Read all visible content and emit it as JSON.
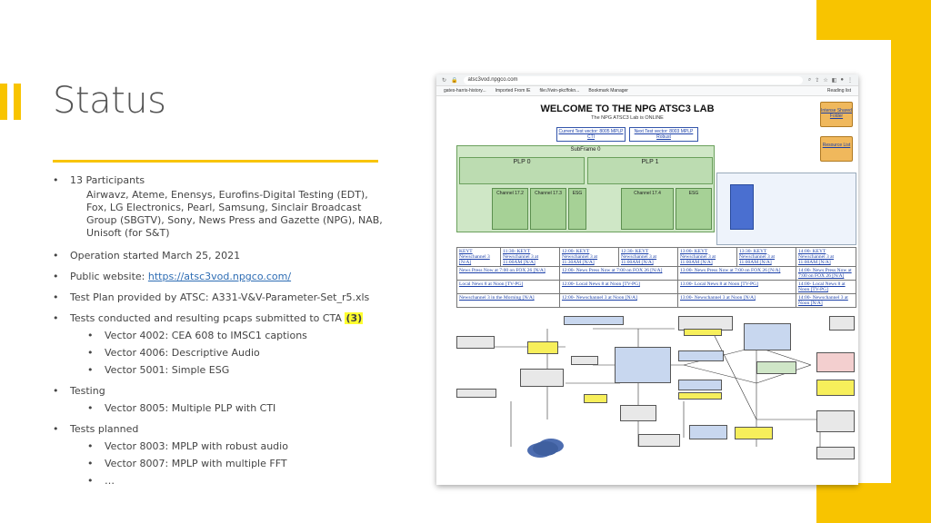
{
  "colors": {
    "accent": "#f8c400",
    "link": "#2e6db4",
    "highlight": "#ffff2e"
  },
  "slide": {
    "title": "Status",
    "bullets": {
      "participants": {
        "label": "13 Participants",
        "lines": [
          "Airwavz, Ateme, Enensys, Eurofins-Digital Testing (EDT),",
          "Fox, LG Electronics, Pearl, Samsung, Sinclair Broadcast",
          "Group (SBGTV), Sony, News Press and Gazette (NPG), NAB,",
          "Unisoft (for S&T)"
        ]
      },
      "operation": "Operation started March 25, 2021",
      "website_prefix": "Public website: ",
      "website_url": "https://atsc3vod.npgco.com/",
      "test_plan": "Test Plan provided by ATSC: A331-V&V-Parameter-Set_r5.xls",
      "tests_conducted": "Tests conducted and resulting pcaps submitted to CTA ",
      "tests_conducted_count": "(3)",
      "conducted_items": [
        "Vector 4002: CEA 608 to IMSC1 captions",
        "Vector 4006: Descriptive Audio",
        "Vector 5001: Simple ESG"
      ],
      "testing": "Testing",
      "testing_items": [
        "Vector 8005: Multiple PLP with CTI"
      ],
      "planned": "Tests planned",
      "planned_items": [
        "Vector 8003: MPLP with robust audio",
        "Vector 8007: MPLP with multiple FFT",
        "…"
      ]
    }
  },
  "screenshot": {
    "browser": {
      "url": "atsc3vod.npgco.com",
      "bookmarks": [
        "gates-harris-history...",
        "Imported From IE",
        "file:///win-pkcffokn...",
        "Bookmark Manager"
      ],
      "reading_list": "Reading list"
    },
    "page": {
      "title": "WELCOME TO THE NPG ATSC3 LAB",
      "subtitle": "The NPG ATSC3 Lab is ONLINE",
      "current_vector": "Current Test vector: 8005 MPLP CTI",
      "next_vector": "Next Test vector: 8003 MPLP Robust",
      "folders": [
        "Intense Shared Folder",
        "Resource List"
      ],
      "subframe": "SubFrame 0",
      "plps": [
        "PLP 0",
        "PLP 1"
      ],
      "channels": [
        "Channel 17.2",
        "Channel 17.3",
        "ESG",
        "Channel 17.4",
        "ESG"
      ],
      "schedule": [
        [
          "KEYT Newschannel 3 [N/A]",
          "11:30- KEYT Newschannel 3 at 11:00AM [N/A]",
          "12:00- KEYT Newschannel 3 at 11:30AM [N/A]",
          "12:30- KEYT Newschannel 3 at 11:00AM [N/A]",
          "13:00- KEYT Newschannel 3 at 11:00AM [N/A]",
          "13:30- KEYT Newschannel 3 at 11:00AM [N/A]",
          "14:00- KEYT Newschannel 3 at 11:00AM [N/A]"
        ],
        [
          "News Press Now at 7:00 on FOX 26 [N/A]",
          "",
          "12:00- News Press Now at 7:00 on FOX 26 [N/A]",
          "",
          "13:00- News Press Now at 7:00 on FOX 26 [N/A]",
          "",
          "14:00- News Press Now at 7:00 on FOX 26 [N/A]"
        ],
        [
          "Local News 8 at Noon [TV-PG]",
          "",
          "12:00- Local News 8 at Noon [TV-PG]",
          "",
          "13:00- Local News 8 at Noon [TV-PG]",
          "",
          "14:00- Local News 8 at Noon [TV-PG]"
        ],
        [
          "Newschannel 3 in the Morning [N/A]",
          "",
          "12:00- Newschannel 3 at Noon [N/A]",
          "",
          "13:00- Newschannel 3 at Noon [N/A]",
          "",
          "14:00- Newschannel 3 at Noon [N/A]"
        ]
      ]
    }
  }
}
